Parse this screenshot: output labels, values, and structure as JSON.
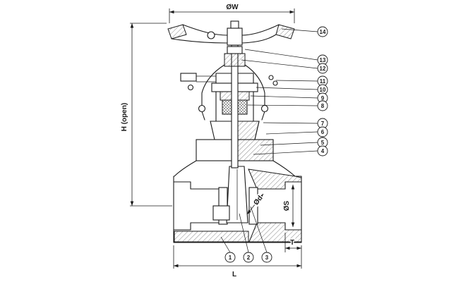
{
  "colors": {
    "ink": "#1a1a1a",
    "background": "#ffffff"
  },
  "labels": {
    "wheel_diameter": "ØW",
    "height_open": "H (open)",
    "end_to_end": "L",
    "socket_depth": "T",
    "socket_diameter": "ØS",
    "bore_diameter": "Ød"
  },
  "callouts": [
    "1",
    "2",
    "3",
    "4",
    "5",
    "6",
    "7",
    "8",
    "9",
    "10",
    "11",
    "12",
    "13",
    "14"
  ]
}
